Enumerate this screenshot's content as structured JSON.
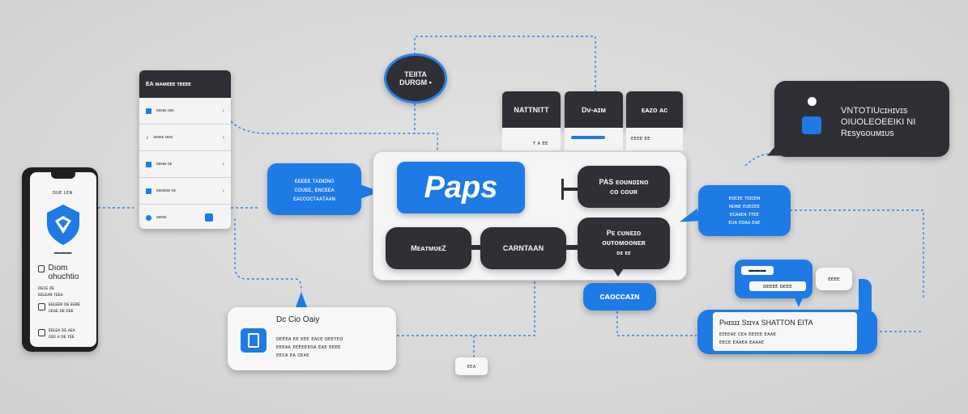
{
  "circle_node": {
    "line1": "TEIITA",
    "line2": "DURGM ▪"
  },
  "phone": {
    "heading": "Dıom ohuchtio",
    "top_label": "ᴅᴜᴇ ʟᴇɴ",
    "row1": [
      "ᴅᴇᴄᴇ ᴅᴇ",
      "ᴇᴇʟᴇᴀʀ ᴛᴇᴇᴀ"
    ],
    "row2": [
      "ᴇᴇʟᴇᴇʀ ᴅᴇ ᴇᴇʀᴇ",
      "ᴄᴇᴀᴇ ᴅᴇ ᴅᴇᴇ"
    ],
    "row3": [
      "ᴇᴇʟᴇᴀ ᴅᴇ ᴀᴇᴀ",
      "ᴄᴇᴇ ᴀ ᴅᴇ ᴛᴇᴇ"
    ]
  },
  "list_panel": {
    "title": "EA ᴍᴀᴍᴇᴇᴇ ᴛᴇᴇᴇᴇ",
    "items": [
      "ᴅᴇᴇᴇᴇ ᴅᴇᴇ",
      "ᴅᴇᴇᴇᴇ ᴀᴇᴇᴇ",
      "ᴅᴇᴇᴇᴇ ᴅᴇ",
      "ᴅᴇᴇᴇᴇᴇᴇ ᴅᴇ",
      "ᴅᴇᴇᴇᴇ"
    ]
  },
  "blue_callout": {
    "line1": "ᴇᴇᴇᴇᴇ ᴛᴀɪɴɪɴᴏ",
    "line2": "ᴄᴏᴜᴇᴇ, ᴇɴᴄᴇᴇᴀ",
    "line3": "ᴇᴀᴄᴄᴏᴄᴛᴀᴀᴛᴀᴀɴ"
  },
  "tabs": [
    {
      "label": "NATTNITT",
      "foot": "ᴛ ᴀ ᴇᴇ"
    },
    {
      "label": "Dv-ᴀɪᴍ",
      "foot": ""
    },
    {
      "label": "ᴇᴀᴢᴏ ᴀᴄ",
      "foot": "ᴇᴇᴇᴇ ᴇᴇ"
    }
  ],
  "main": {
    "logo": "Paps",
    "pill_top_right": {
      "line1": "PAS ᴇᴏᴜɴᴅɪɴᴏ",
      "line2": "ᴄᴏ ᴄᴏᴜʀ"
    },
    "pill_bottom_left": "MᴇᴀᴛᴍᴜᴇZ",
    "pill_bottom_mid": "CARNTAAN",
    "pill_bottom_right": {
      "line1": "Pᴇ ᴄᴜɴᴇɪᴏ",
      "line2": "ᴏᴜᴛᴏᴍᴏᴏɴᴇʀ",
      "line3": "ᴅᴇ ᴇᴇ"
    }
  },
  "blue_pill_bottom": "ᴄᴀᴏᴄᴄᴀɪɴ",
  "dark_bubble": {
    "line1": "VNTOTIUᴄɪʜɪᴠɪs",
    "line2": "OIUOLEOEEIKI NI",
    "line3": "Rᴇsyɢᴏuᴍɪᴜs"
  },
  "right_callout": {
    "line1": "ᴇᴏᴄᴇᴇ ᴛɪɪᴄᴇɴ",
    "line2": "ɴᴜɴᴇ ᴇᴜᴇᴄᴇᴇ",
    "line3": "ᴇᴄᴀᴀᴇᴀ ᴛᴛᴇᴇ",
    "line4": "ᴇᴜᴀ ᴇᴏᴀᴀ ᴇᴀᴇ"
  },
  "card_bottom_left": {
    "title": "Dc Cio Oaiy",
    "line1": "ᴅᴇᴇᴇᴀ ᴇᴇ ᴇᴇᴇ ᴇᴀᴄᴇ ᴅᴇᴇᴛᴇᴏ",
    "line2": "ᴇᴇᴇᴀᴀ ᴇᴇᴇᴇᴇᴇᴏᴀ ᴇᴀᴇ ᴇᴇᴇᴇ",
    "line3": "ᴇᴇᴄᴀ ᴇᴀ ᴄᴇᴀᴇ"
  },
  "small_tag": "ᴇᴇᴀ",
  "chat_small": {
    "blue": "ᴅᴇᴇᴇᴇ ᴅᴇᴇᴇ",
    "white": "ᴇᴇᴇᴇ"
  },
  "card_bottom_right": {
    "title": "Pʜɪsɪɪ Sɪɪʏᴀ SHATTON EITA",
    "line1": "ᴇɪᴇᴇᴀᴇ ᴄᴇᴀ ᴇᴇɪᴇᴇ ᴇᴀᴀᴇ",
    "line2": "ᴇᴇᴄᴇ ᴇᴀᴀᴇᴀ ᴇᴀᴀᴀᴇ"
  },
  "colors": {
    "accent": "#1e7be6",
    "dark": "#2f3036",
    "background": "#dcdcdc"
  }
}
